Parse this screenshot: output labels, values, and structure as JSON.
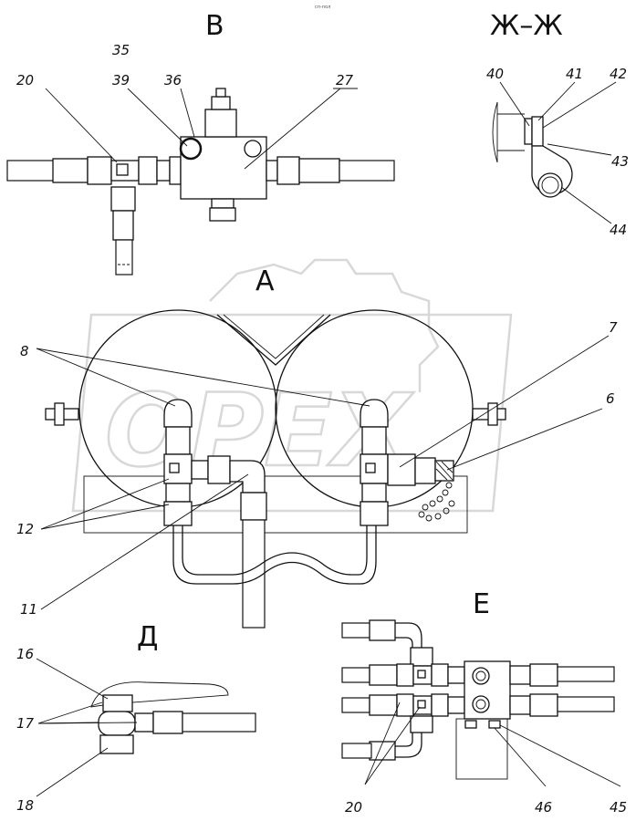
{
  "views": {
    "v": "В",
    "zh": "Ж–Ж",
    "a": "А",
    "d": "Д",
    "e": "Е"
  },
  "callouts": {
    "c20_top": "20",
    "c35": "35",
    "c39": "39",
    "c36": "36",
    "c27": "27",
    "c40": "40",
    "c41": "41",
    "c42": "42",
    "c43": "43",
    "c44": "44",
    "c8": "8",
    "c7": "7",
    "c6": "6",
    "c12": "12",
    "c11": "11",
    "c16": "16",
    "c17": "17",
    "c18": "18",
    "c20_bottom": "20",
    "c46": "46",
    "c45": "45"
  },
  "watermark": "OPEX",
  "corner_mark": "сп-пол",
  "colors": {
    "line": "#111111",
    "watermark": "#d8d8d8",
    "background": "#ffffff"
  }
}
